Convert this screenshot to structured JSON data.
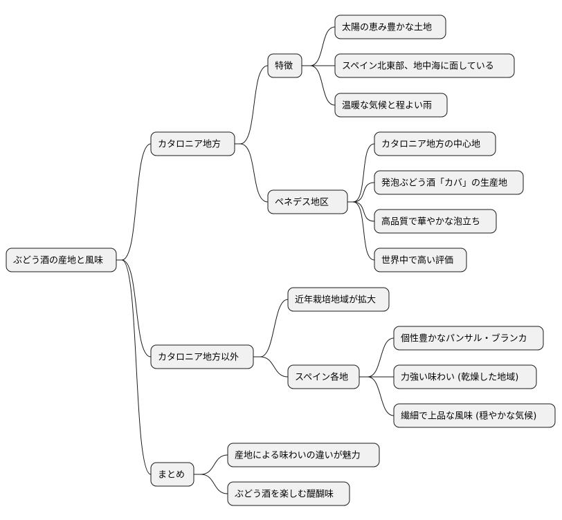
{
  "mindmap": {
    "root": {
      "label": "ぶどう酒の産地と風味"
    },
    "branches": [
      {
        "label": "カタロニア地方",
        "children": [
          {
            "label": "特徴",
            "children": [
              {
                "label": "太陽の恵み豊かな土地"
              },
              {
                "label": "スペイン北東部、地中海に面している"
              },
              {
                "label": "温暖な気候と程よい雨"
              }
            ]
          },
          {
            "label": "ペネデス地区",
            "children": [
              {
                "label": "カタロニア地方の中心地"
              },
              {
                "label": "発泡ぶどう酒「カバ」の生産地"
              },
              {
                "label": "高品質で華やかな泡立ち"
              },
              {
                "label": "世界中で高い評価"
              }
            ]
          }
        ]
      },
      {
        "label": "カタロニア地方以外",
        "children": [
          {
            "label": "近年栽培地域が拡大"
          },
          {
            "label": "スペイン各地",
            "children": [
              {
                "label": "個性豊かなパンサル・ブランカ"
              },
              {
                "label": "力強い味わい (乾燥した地域)"
              },
              {
                "label": "繊細で上品な風味 (穏やかな気候)"
              }
            ]
          }
        ]
      },
      {
        "label": "まとめ",
        "children": [
          {
            "label": "産地による味わいの違いが魅力"
          },
          {
            "label": "ぶどう酒を楽しむ醍醐味"
          }
        ]
      }
    ]
  },
  "colors": {
    "node_fill": "#f1f1f1",
    "node_stroke": "#181818",
    "edge": "#181818",
    "background": "#ffffff"
  }
}
